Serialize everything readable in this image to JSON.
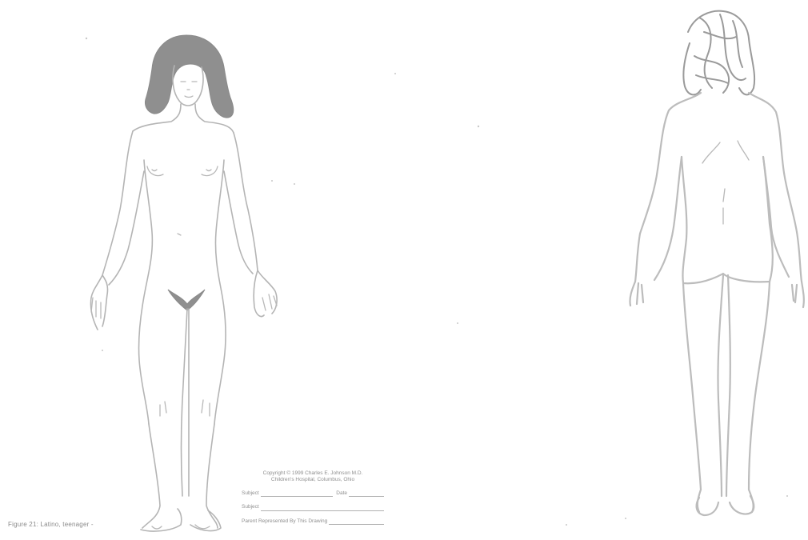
{
  "caption": "Figure 21: Latino, teenager -",
  "form": {
    "copyright_line1": "Copyright © 1999 Charles E. Johnson M.D.",
    "copyright_line2": "Children's Hospital, Columbus, Ohio",
    "subject_label": "Subject",
    "date_label": "Date",
    "subject2_label": "Subject",
    "parent_label": "Parent Represented By This Drawing"
  },
  "colors": {
    "outline": "#b4b4b4",
    "hair": "#8f8f8f",
    "text": "#8a8a8a"
  }
}
